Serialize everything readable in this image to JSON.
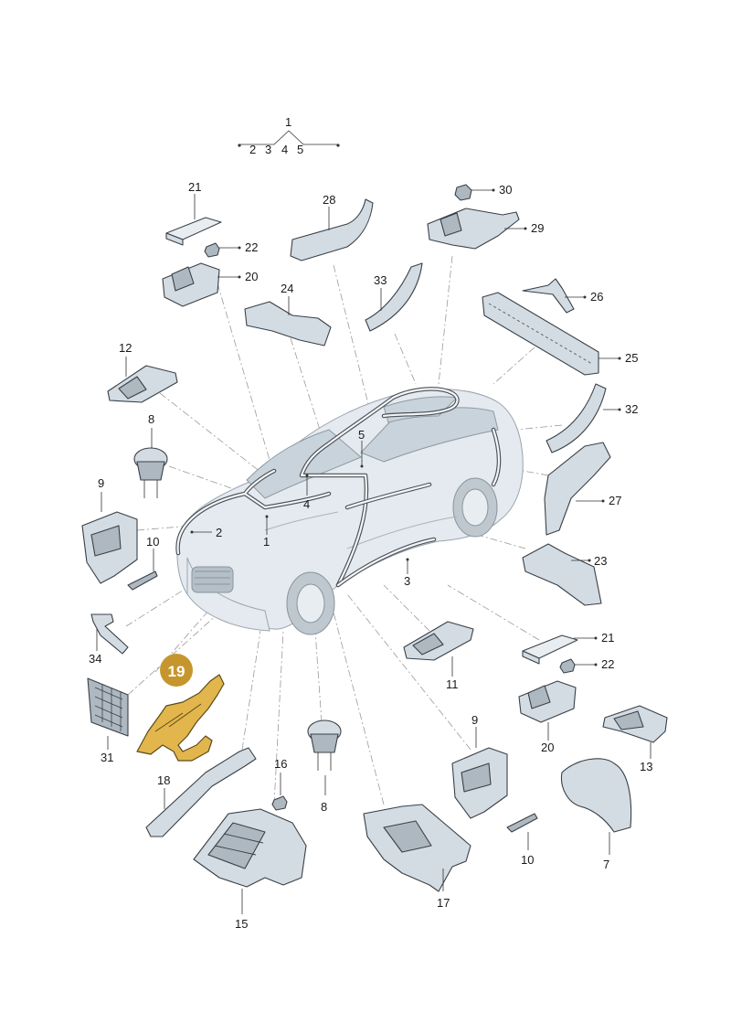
{
  "diagram": {
    "header": {
      "main": "1",
      "sub": [
        "2",
        "3",
        "4",
        "5"
      ]
    },
    "labels": {
      "l1": "1",
      "l2": "2",
      "l3": "3",
      "l4": "4",
      "l5": "5",
      "l7": "7",
      "l8a": "8",
      "l8b": "8",
      "l9a": "9",
      "l9b": "9",
      "l10a": "10",
      "l10b": "10",
      "l11": "11",
      "l12": "12",
      "l13": "13",
      "l15": "15",
      "l16": "16",
      "l17": "17",
      "l18": "18",
      "l19": "19",
      "l20a": "20",
      "l20b": "20",
      "l21a": "21",
      "l21b": "21",
      "l22a": "22",
      "l22b": "22",
      "l23": "23",
      "l24": "24",
      "l25": "25",
      "l26": "26",
      "l27": "27",
      "l28": "28",
      "l29": "29",
      "l30": "30",
      "l31": "31",
      "l32": "32",
      "l33": "33",
      "l34": "34"
    },
    "highlight_color": "#e2b64c",
    "highlighted_part": "19"
  }
}
